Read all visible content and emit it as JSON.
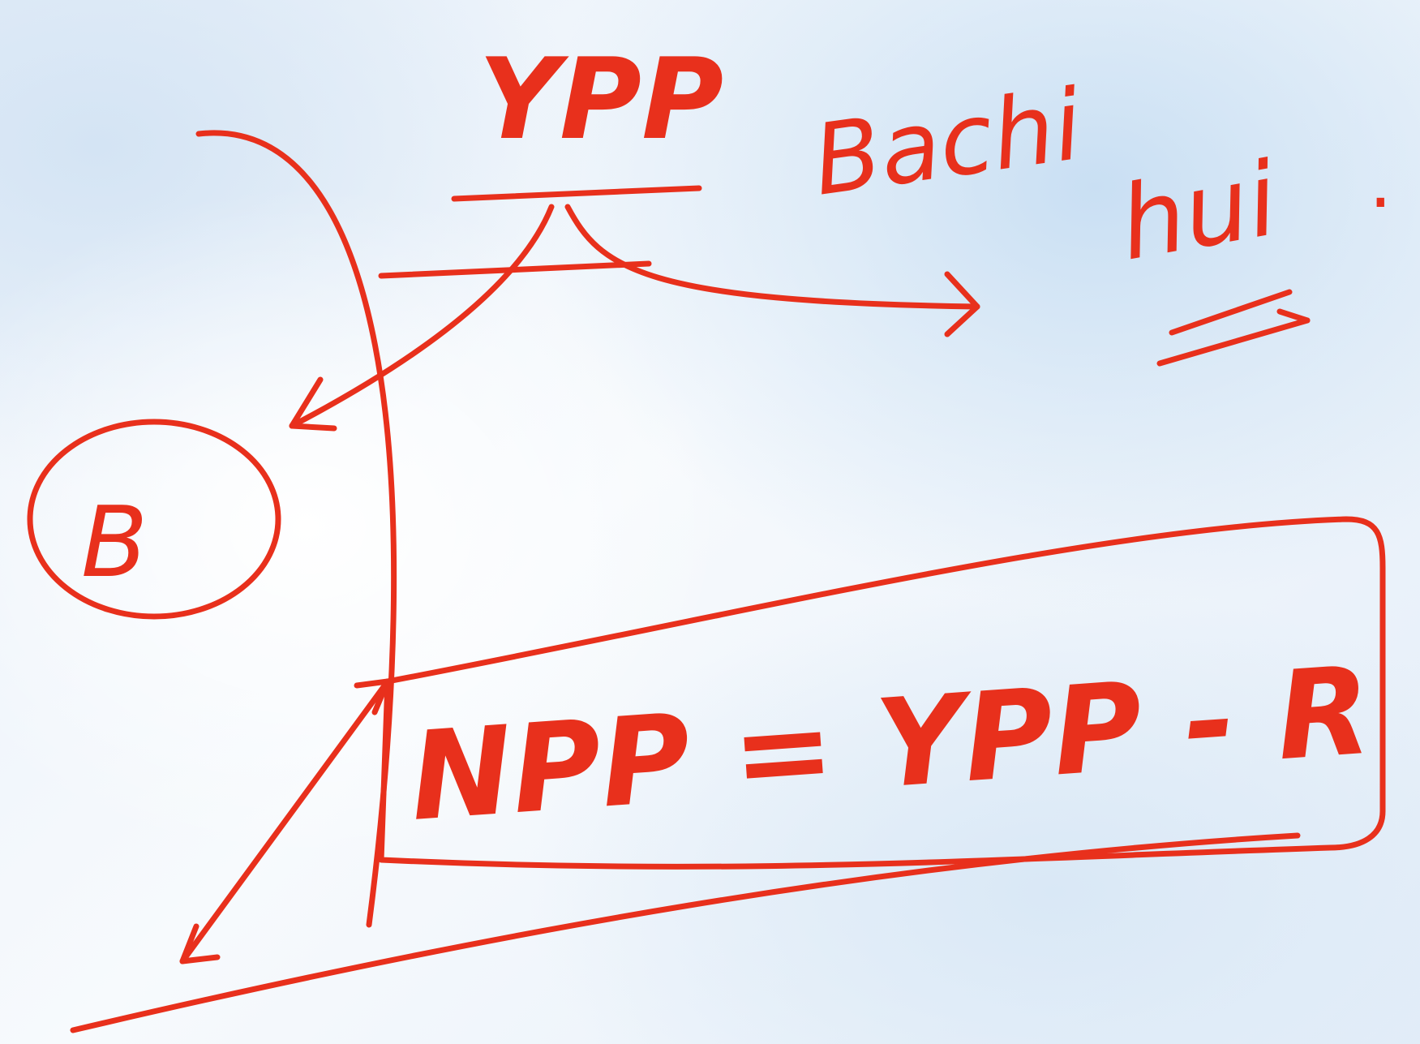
{
  "whiteboard": {
    "top_term": "YPP",
    "note_word_1": "Bachi",
    "note_word_2": "hui",
    "note_dot": ".",
    "circled_term": "B",
    "formula": "NPP = YPP - R"
  },
  "colors": {
    "ink": "#e8301c",
    "background": "#eaf2fa"
  }
}
